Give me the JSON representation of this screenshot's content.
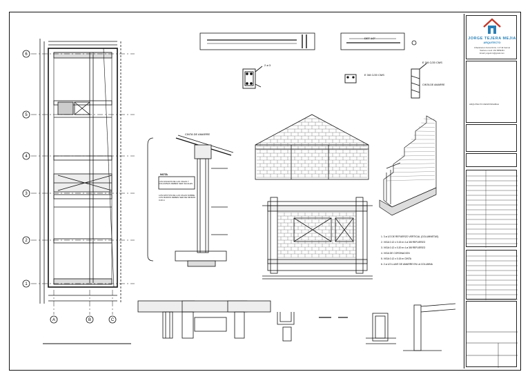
{
  "title_block": {
    "firm_name": "JORGE TEJERA MEJIA",
    "firm_subtitle": "ARQUITECTO",
    "address": "Urbanizacion Furrat 02 Av. J-17 El Carmel",
    "phone": "Telefono movil: 161 5859451",
    "email": "Email: jorgetmm@gmail.com",
    "section_label": "ARQUITECTO RESPONSABLE",
    "logo_icon": "house-roof-logo-icon",
    "brand_color": "#2a7fb4",
    "logo_color": "#c0392b"
  },
  "plan": {
    "axes_rows": [
      "6",
      "5",
      "4",
      "3",
      "2",
      "1"
    ],
    "axes_cols": [
      "A",
      "B",
      "C"
    ]
  },
  "section_detail": {
    "title": "CINTA DE AMARRE",
    "note_title": "NOTA",
    "note_text": "LOS ANCHOS DE LAS VIGAS Y COLUMNAS DEBEN SER IGUALES",
    "note_text_2": "LOS APOYOS DE LAS VIGAS SOBRE LOS MUROS DEBEN SER DE MINIMO 0.20 m"
  },
  "wall_legend": {
    "items": [
      "1. 3 ø 1/2 DE REFUERZO VERTICAL (COLUMNETAS)",
      "2. VIGA 0.12 x 0.15 m 4 ø 3/8 REFUERZO",
      "3. VIGA 0.12 x 0.20 m 4 ø 3/8 REFUERZO",
      "4. VIGA DE CORONACION",
      "5. VIGA 0.12 x 0.15 m CINTA",
      "6. 2 ø 1/2 LLAVE DE AMARRE EN LA COLUMNA"
    ]
  },
  "details": {
    "beam_label": "DET 1/2\"",
    "rebar_a": "2 ø 3",
    "rebar_b": "E 3/8 C/20 CMS",
    "rebar_c": "CINTA DE AMARRE",
    "stirrup": "E 3/8 C/20 CMS"
  }
}
